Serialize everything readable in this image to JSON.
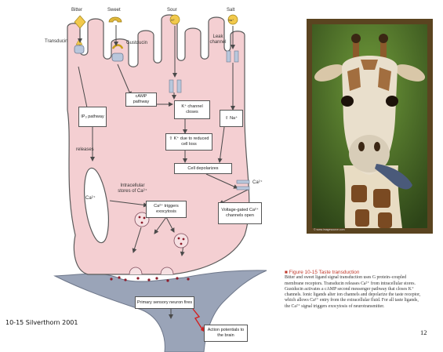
{
  "tastes": {
    "bitter": "Bitter",
    "sweet": "Sweet",
    "sour": "Sour",
    "salt": "Salt",
    "sour_symbol": "H⁺",
    "salt_symbol": "Na⁺"
  },
  "proteins": {
    "transducin": "Transducin",
    "gustducin": "Gustducin",
    "leak_channel": "Leak channel"
  },
  "boxes": {
    "ip3": "IP₃ pathway",
    "camp": "cAMP pathway",
    "k_closes": "K⁺ channel closes",
    "na_in": "⇧ Na⁺",
    "k_reduced": "⇧ K⁺ due to reduced cell loss",
    "depolarize": "Cell depolarizes",
    "ca_triggers": "Ca²⁺ triggers exocytosis",
    "vg_channels": "Voltage-gated Ca²⁺ channels open",
    "sensory": "Primary sensory neuron fires",
    "action": "Action potentials to the brain"
  },
  "labels": {
    "releases": "releases",
    "stores": "Intracellular stores of Ca²⁺",
    "ca_left": "Ca²⁺",
    "ca_right": "Ca²⁺"
  },
  "caption": {
    "heading": "■ Figure 10-15 Taste transduction",
    "body": "Bitter and sweet ligand signal transduction uses G protein–coupled membrane receptors. Transducin releases Ca²⁺ from intracellular stores. Gustducin activates a cAMP second messenger pathway that closes K⁺ channels. Ionic ligands alter ion channels and depolarize the taste receptor, which allows Ca²⁺ entry from the extracellular fluid. For all taste ligands, the Ca²⁺ signal triggers exocytosis of neurotransmitter."
  },
  "photo_credit": "© www.imagesource.com",
  "credit": "10-15 Silverthorn 2001",
  "page_number": "12",
  "colors": {
    "cell": "#f4cfd2",
    "cell_outline": "#5a5a5a",
    "neuron": "#9aa4b8",
    "arrow": "#4a4a4a",
    "red_arrow": "#d22020",
    "photo_frame": "#5a4420",
    "caption_heading": "#c0392b"
  }
}
